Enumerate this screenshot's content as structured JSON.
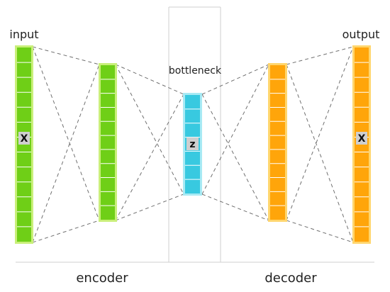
{
  "labels": {
    "input": "input",
    "output": "output",
    "bottleneck": "bottleneck",
    "encoder": "encoder",
    "decoder": "decoder",
    "input_symbol": "X",
    "code_symbol": "z",
    "output_symbol": "X"
  },
  "layers": [
    {
      "id": "input-layer",
      "units": 13,
      "fill": "#6fcf17",
      "edge": "#c9ef7a"
    },
    {
      "id": "encoder-hidden-layer",
      "units": 11,
      "fill": "#6fcf17",
      "edge": "#c9ef7a"
    },
    {
      "id": "bottleneck-layer",
      "units": 7,
      "fill": "#38c9e0",
      "edge": "#a8eaf4"
    },
    {
      "id": "decoder-hidden-layer",
      "units": 11,
      "fill": "#ffa50a",
      "edge": "#ffd66e"
    },
    {
      "id": "output-layer",
      "units": 13,
      "fill": "#ffa50a",
      "edge": "#ffd66e"
    }
  ],
  "colors": {
    "connection": "#707070",
    "frame": "#cfcfcf",
    "unit_divider": "#ffffff"
  }
}
